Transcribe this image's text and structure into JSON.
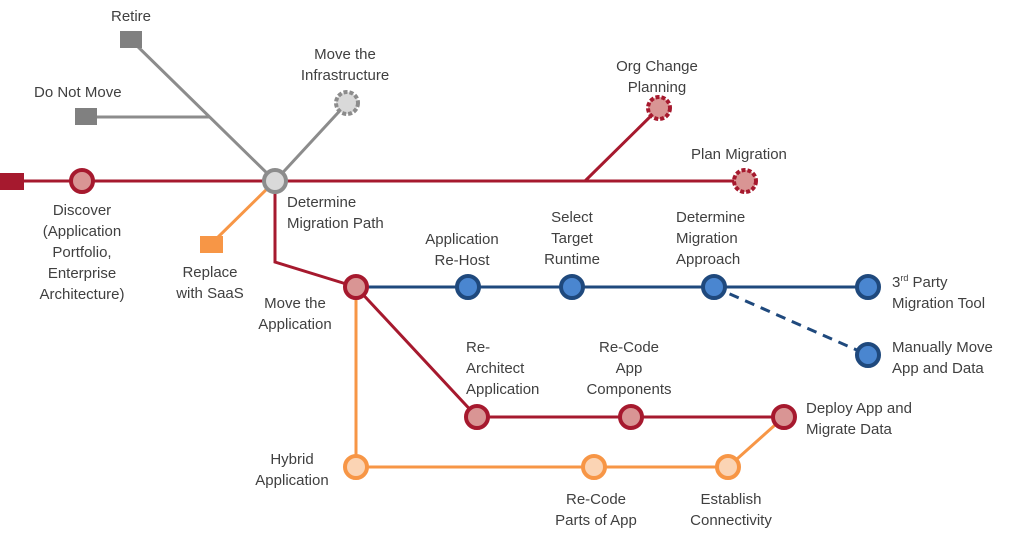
{
  "colors": {
    "red": "#a6192e",
    "red_fill": "#d99594",
    "gray": "#8c8c8c",
    "gray_fill": "#d9d9d9",
    "orange": "#f79646",
    "orange_fill": "#fbd4b4",
    "blue": "#1f497d",
    "blue_fill": "#4a86d0"
  },
  "labels": {
    "retire": "Retire",
    "do_not_move": "Do Not Move",
    "move_infra_1": "Move the",
    "move_infra_2": "Infrastructure",
    "org_change_1": "Org Change",
    "org_change_2": "Planning",
    "plan_migration": "Plan Migration",
    "discover_1": "Discover",
    "discover_2": "(Application",
    "discover_3": "Portfolio,",
    "discover_4": "Enterprise",
    "discover_5": "Architecture)",
    "determine_path_1": "Determine",
    "determine_path_2": "Migration Path",
    "replace_1": "Replace",
    "replace_2": "with SaaS",
    "move_app_1": "Move the",
    "move_app_2": "Application",
    "rehost_1": "Application",
    "rehost_2": "Re-Host",
    "select_runtime_1": "Select",
    "select_runtime_2": "Target",
    "select_runtime_3": "Runtime",
    "approach_1": "Determine",
    "approach_2": "Migration",
    "approach_3": "Approach",
    "third_party_num": "3",
    "third_party_sup": "rd",
    "third_party_1": " Party",
    "third_party_2": "Migration  Tool",
    "manual_1": "Manually Move",
    "manual_2": "App and Data",
    "rearch_1": "Re-",
    "rearch_2": "Architect",
    "rearch_3": "Application",
    "recode_1": "Re-Code",
    "recode_2": "App",
    "recode_3": "Components",
    "deploy_1": "Deploy App and",
    "deploy_2": "Migrate Data",
    "hybrid_1": "Hybrid",
    "hybrid_2": "Application",
    "recode_parts_1": "Re-Code",
    "recode_parts_2": "Parts of App",
    "connectivity_1": "Establish",
    "connectivity_2": "Connectivity"
  }
}
